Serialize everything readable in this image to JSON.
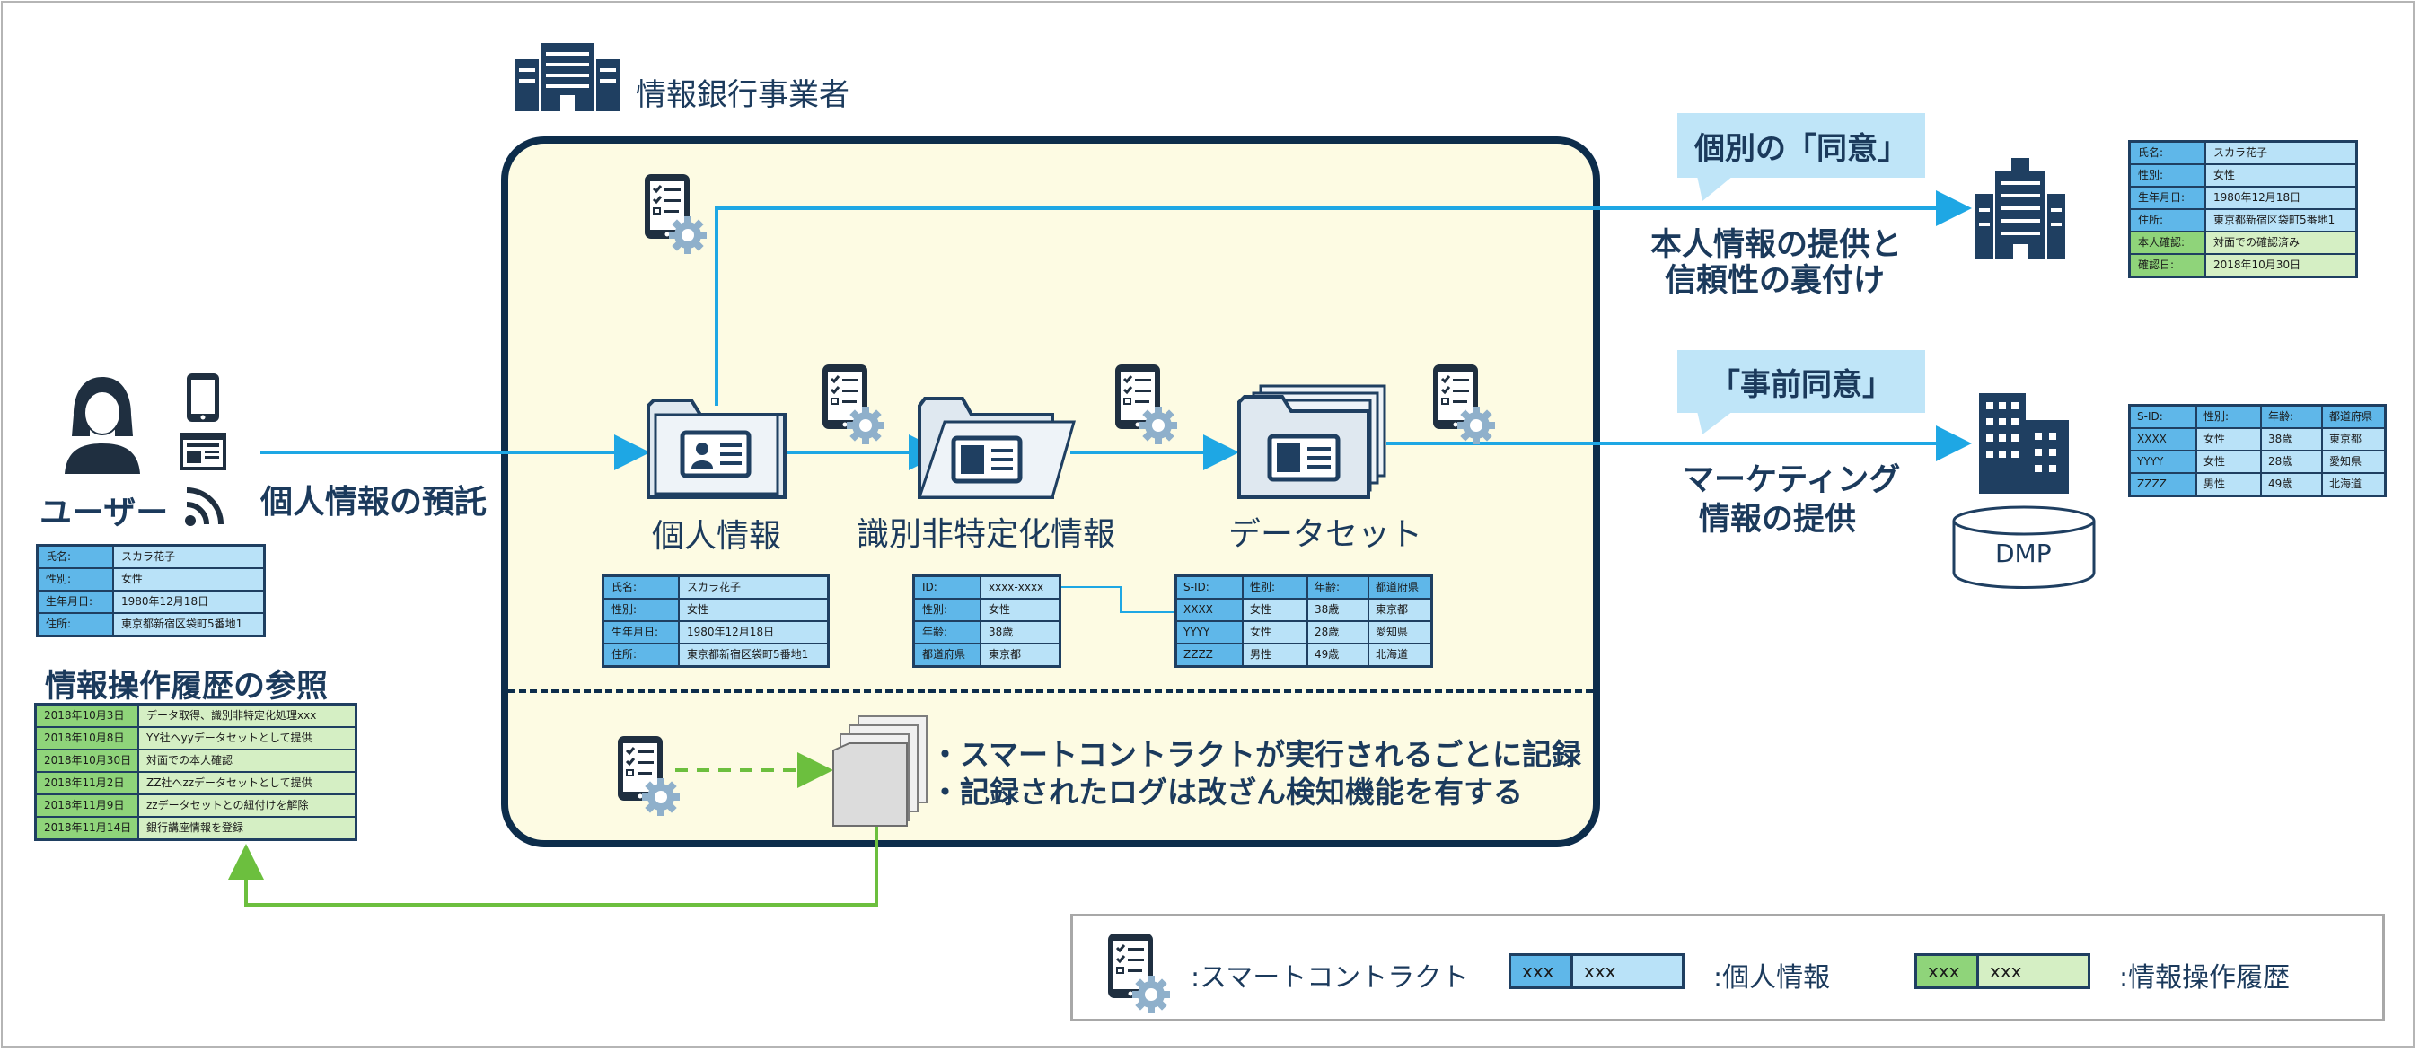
{
  "company": {
    "name": "情報銀行事業者"
  },
  "user": {
    "label": "ユーザー",
    "deposit_label": "個人情報の預託",
    "profile": [
      {
        "k": "氏名:",
        "v": "スカラ花子"
      },
      {
        "k": "性別:",
        "v": "女性"
      },
      {
        "k": "生年月日:",
        "v": "1980年12月18日"
      },
      {
        "k": "住所:",
        "v": "東京都新宿区袋町5番地1"
      }
    ]
  },
  "history": {
    "title": "情報操作履歴の参照",
    "rows": [
      {
        "k": "2018年10月3日",
        "v": "データ取得、識別非特定化処理xxx"
      },
      {
        "k": "2018年10月8日",
        "v": "YY社へyyデータセットとして提供"
      },
      {
        "k": "2018年10月30日",
        "v": "対面での本人確認"
      },
      {
        "k": "2018年11月2日",
        "v": "ZZ社へzzデータセットとして提供"
      },
      {
        "k": "2018年11月9日",
        "v": "zzデータセットとの紐付けを解除"
      },
      {
        "k": "2018年11月14日",
        "v": "銀行講座情報を登録"
      }
    ]
  },
  "stages": {
    "personal": {
      "label": "個人情報"
    },
    "anonymized": {
      "label": "識別非特定化情報"
    },
    "dataset": {
      "label": "データセット"
    }
  },
  "personal_table": [
    {
      "k": "氏名:",
      "v": "スカラ花子"
    },
    {
      "k": "性別:",
      "v": "女性"
    },
    {
      "k": "生年月日:",
      "v": "1980年12月18日"
    },
    {
      "k": "住所:",
      "v": "東京都新宿区袋町5番地1"
    }
  ],
  "anon_table": [
    {
      "k": "ID:",
      "v": "xxxx-xxxx"
    },
    {
      "k": "性別:",
      "v": "女性"
    },
    {
      "k": "年齢:",
      "v": "38歳"
    },
    {
      "k": "都道府県",
      "v": "東京都"
    }
  ],
  "dataset_table": {
    "headers": [
      "S-ID:",
      "性別:",
      "年齢:",
      "都道府県"
    ],
    "rows": [
      [
        "XXXX",
        "女性",
        "38歳",
        "東京都"
      ],
      [
        "YYYY",
        "女性",
        "28歳",
        "愛知県"
      ],
      [
        "ZZZZ",
        "男性",
        "49歳",
        "北海道"
      ]
    ]
  },
  "log": {
    "line1": "・スマートコントラクトが実行されるごとに記録",
    "line2": "・記録されたログは改ざん検知機能を有する"
  },
  "consent_individual": {
    "bubble": "個別の「同意」",
    "desc1": "本人情報の提供と",
    "desc2": "信頼性の裏付け"
  },
  "consent_prior": {
    "bubble": "「事前同意」",
    "desc1": "マーケティング",
    "desc2": "情報の提供"
  },
  "dmp": {
    "label": "DMP"
  },
  "partner_table": [
    {
      "k": "氏名:",
      "v": "スカラ花子",
      "kind": "personal"
    },
    {
      "k": "性別:",
      "v": "女性",
      "kind": "personal"
    },
    {
      "k": "生年月日:",
      "v": "1980年12月18日",
      "kind": "personal"
    },
    {
      "k": "住所:",
      "v": "東京都新宿区袋町5番地1",
      "kind": "personal"
    },
    {
      "k": "本人確認:",
      "v": "対面での確認済み",
      "kind": "history"
    },
    {
      "k": "確認日:",
      "v": "2018年10月30日",
      "kind": "history"
    }
  ],
  "dmp_table": {
    "headers": [
      "S-ID:",
      "性別:",
      "年齢:",
      "都道府県"
    ],
    "rows": [
      [
        "XXXX",
        "女性",
        "38歳",
        "東京都"
      ],
      [
        "YYYY",
        "女性",
        "28歳",
        "愛知県"
      ],
      [
        "ZZZZ",
        "男性",
        "49歳",
        "北海道"
      ]
    ]
  },
  "legend": {
    "contract": ":スマートコントラクト",
    "personal_key": "xxx",
    "personal_val": "xxx",
    "personal_label": ":個人情報",
    "history_key": "xxx",
    "history_val": "xxx",
    "history_label": ":情報操作履歴"
  },
  "colors": {
    "navy": "#0d2d4b",
    "arrow_blue": "#1ea7e4",
    "arrow_green": "#6cbf3e",
    "personal_key": "#5fb7e9",
    "personal_val": "#b9e2f8",
    "history_key": "#8fd47a",
    "history_val": "#d5efc4",
    "bank_fill": "#fdfbe3"
  },
  "icons": {
    "contract": "smart-contract-icon",
    "building": "office-building-icon",
    "user": "user-woman-icon"
  }
}
